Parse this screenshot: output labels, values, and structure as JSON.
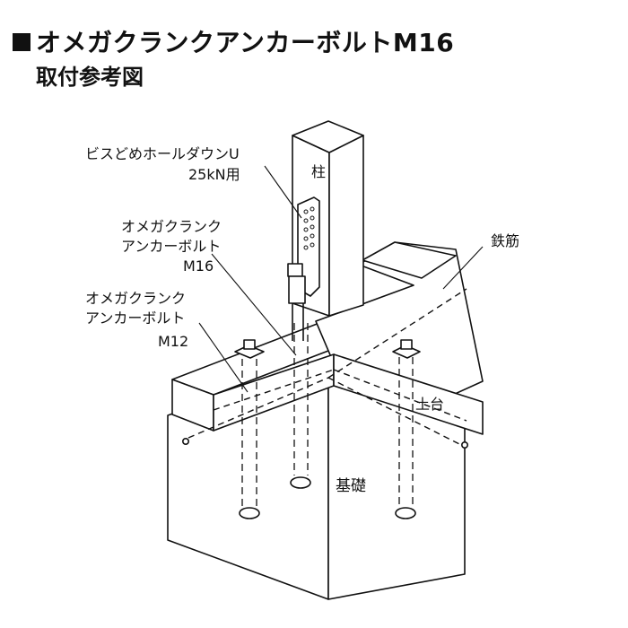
{
  "title": "オメガクランクアンカーボルトM16",
  "subtitle": "取付参考図",
  "labels": {
    "holdown_line1": "ビスどめホールダウンU",
    "holdown_line2": "25kN用",
    "pillar": "柱",
    "bolt_m16_line1": "オメガクランク",
    "bolt_m16_line2": "アンカーボルト",
    "bolt_m16_line3": "M16",
    "bolt_m12_line1": "オメガクランク",
    "bolt_m12_line2": "アンカーボルト",
    "bolt_m12_line3": "M12",
    "rebar": "鉄筋",
    "sill": "土台",
    "foundation": "基礎"
  }
}
